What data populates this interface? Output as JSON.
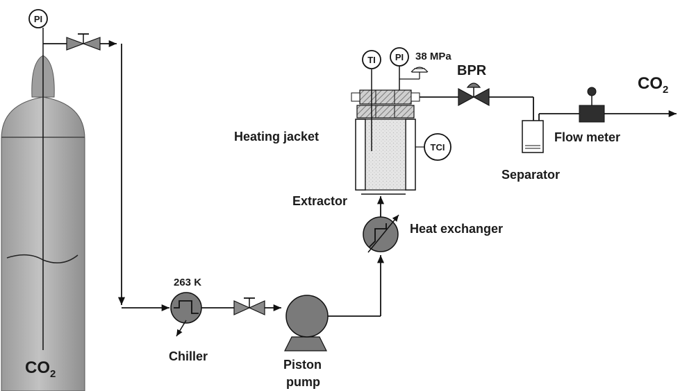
{
  "labels": {
    "co2_cylinder": "CO",
    "co2_cylinder_sub": "2",
    "co2_outlet": "CO",
    "co2_outlet_sub": "2",
    "pressure": "38 MPa",
    "bpr": "BPR",
    "heating_jacket": "Heating jacket",
    "extractor": "Extractor",
    "flow_meter": "Flow meter",
    "separator": "Separator",
    "heat_exchanger": "Heat exchanger",
    "chiller_temp": "263 K",
    "chiller": "Chiller",
    "piston": "Piston",
    "pump": "pump"
  },
  "instruments": {
    "pi_cylinder": "PI",
    "ti": "TI",
    "pi_extractor": "PI",
    "tci": "TCI"
  },
  "colors": {
    "line": "#111111",
    "equipment_gray": "#777777",
    "cylinder_gray": "#a8a8a8",
    "extractor_fill": "#e4e4e4",
    "hatch": "#9a9a9a"
  }
}
